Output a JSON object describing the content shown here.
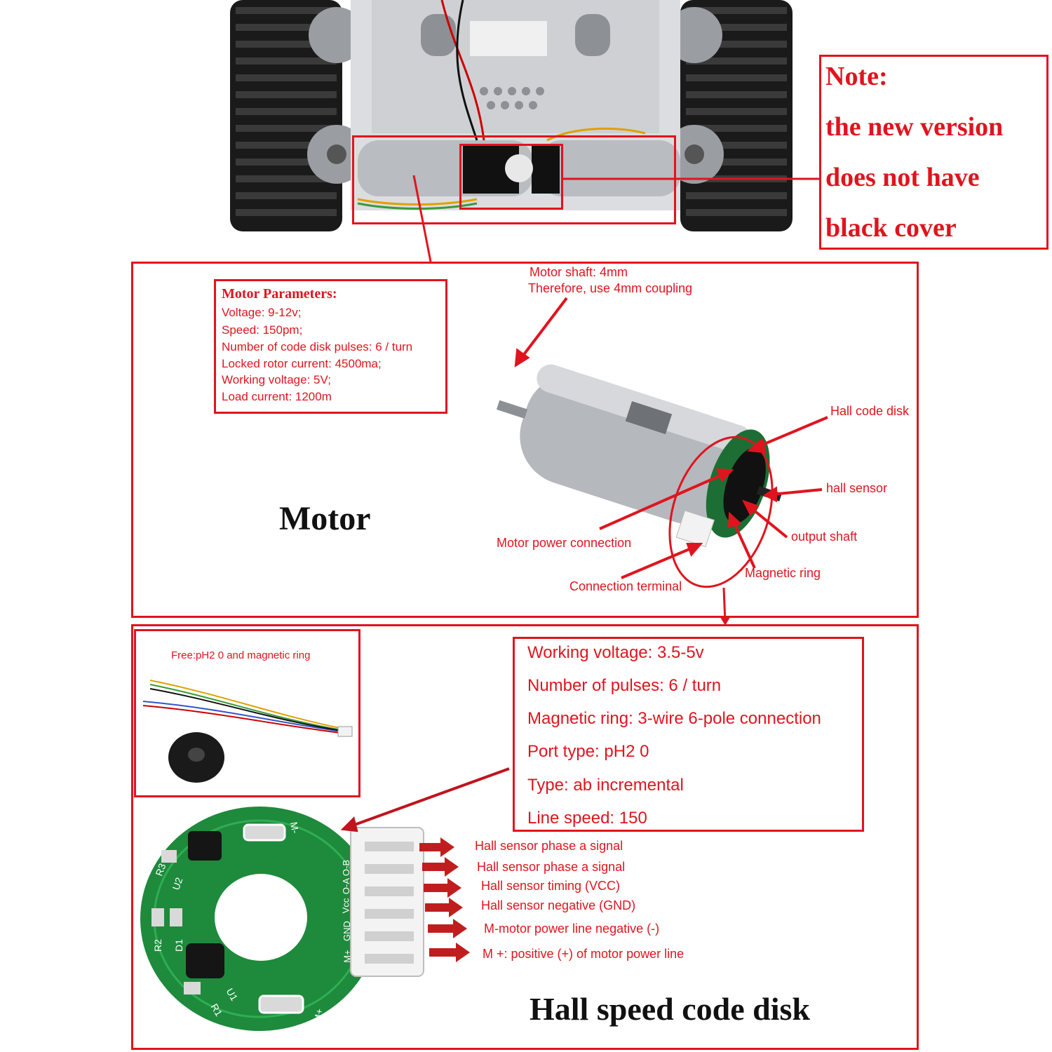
{
  "note": {
    "lines": [
      "Note:",
      "the new version",
      "does not have",
      "black cover"
    ]
  },
  "motor_params": {
    "title": "Motor Parameters:",
    "items": [
      "Voltage: 9-12v;",
      "Speed: 150pm;",
      "Number of code disk pulses: 6 / turn",
      "Locked rotor current: 4500ma;",
      "Working voltage: 5V;",
      "Load current: 1200m"
    ]
  },
  "motor_section": {
    "title": "Motor",
    "shaft_label_1": "Motor shaft: 4mm",
    "shaft_label_2": "Therefore, use 4mm coupling",
    "labels": {
      "hall_code_disk": "Hall code disk",
      "hall_sensor": "hall sensor",
      "output_shaft": "output shaft",
      "motor_power_connection": "Motor power connection",
      "magnetic_ring": "Magnetic ring",
      "connection_terminal": "Connection terminal"
    }
  },
  "free_box": {
    "caption": "Free:pH2 0 and magnetic ring"
  },
  "hall_specs": {
    "items": [
      "Working voltage: 3.5-5v",
      "Number of pulses: 6 / turn",
      "Magnetic ring: 3-wire 6-pole connection",
      "Port type: pH2 0",
      "Type: ab incremental",
      "Line speed: 150"
    ]
  },
  "pins": [
    "Hall sensor phase a signal",
    "Hall sensor phase a signal",
    "Hall sensor timing (VCC)",
    "Hall sensor negative (GND)",
    "M-motor power line negative (-)",
    "M +: positive (+) of motor power line"
  ],
  "pcb_labels": [
    "R3",
    "U2",
    "R2",
    "D1",
    "U1",
    "R1",
    "M-",
    "M+",
    "M+",
    "GND",
    "Vcc",
    "O-A",
    "O-B"
  ],
  "hall_section": {
    "title": "Hall speed code disk"
  },
  "colors": {
    "accent": "#e0141e",
    "pcb": "#1e8a3c",
    "metal": "#b9bcc0",
    "track": "#1a1a1a"
  }
}
